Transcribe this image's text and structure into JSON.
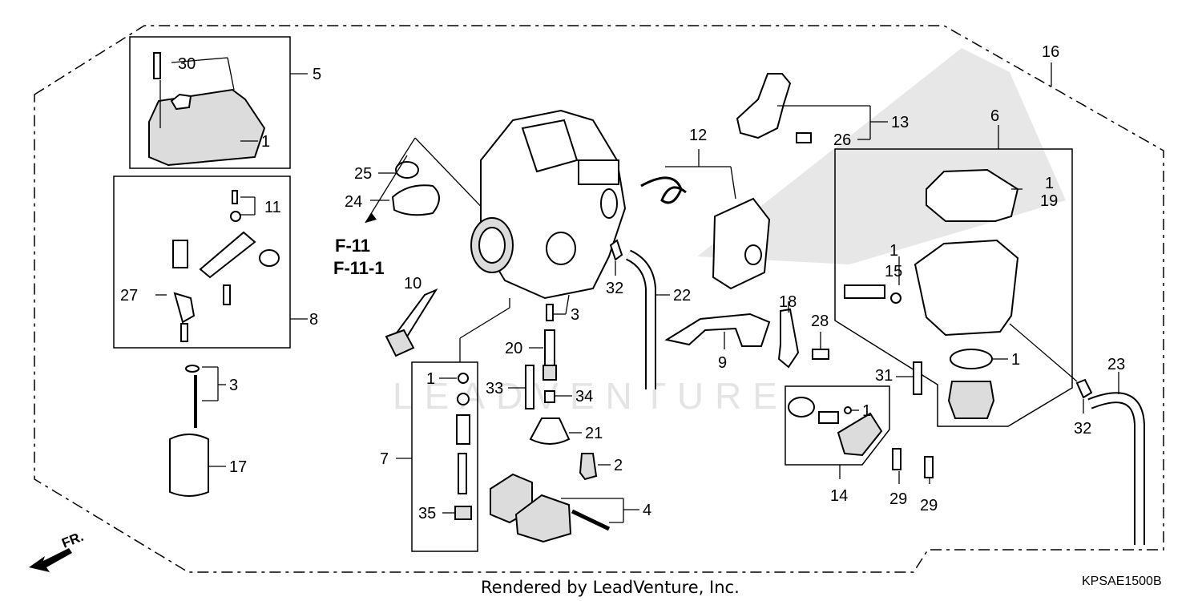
{
  "diagram": {
    "watermark": "LEADVENTURE",
    "footer": "Rendered by LeadVenture, Inc.",
    "diagram_code": "KPSAE1500B",
    "front_indicator": "FR.",
    "references": [
      "F-11",
      "F-11-1"
    ],
    "callouts": {
      "c30": "30",
      "c5": "5",
      "c1_top": "1",
      "c11": "11",
      "c8": "8",
      "c27": "27",
      "c3_left": "3",
      "c17": "17",
      "c25": "25",
      "c24": "24",
      "c10": "10",
      "c32_mid": "32",
      "c22": "22",
      "c3_mid": "3",
      "c20": "20",
      "c1_kit": "1",
      "c33": "33",
      "c34": "34",
      "c21": "21",
      "c7": "7",
      "c2": "2",
      "c35": "35",
      "c4": "4",
      "c12": "12",
      "c13": "13",
      "c26": "26",
      "c16": "16",
      "c6": "6",
      "c1_gasket": "1",
      "c19": "19",
      "c1_bowl": "1",
      "c15": "15",
      "c18": "18",
      "c28": "28",
      "c9": "9",
      "c1_oring": "1",
      "c31": "31",
      "c1_valve": "1",
      "c14": "14",
      "c29_a": "29",
      "c29_b": "29",
      "c23": "23",
      "c32_right": "32"
    }
  }
}
